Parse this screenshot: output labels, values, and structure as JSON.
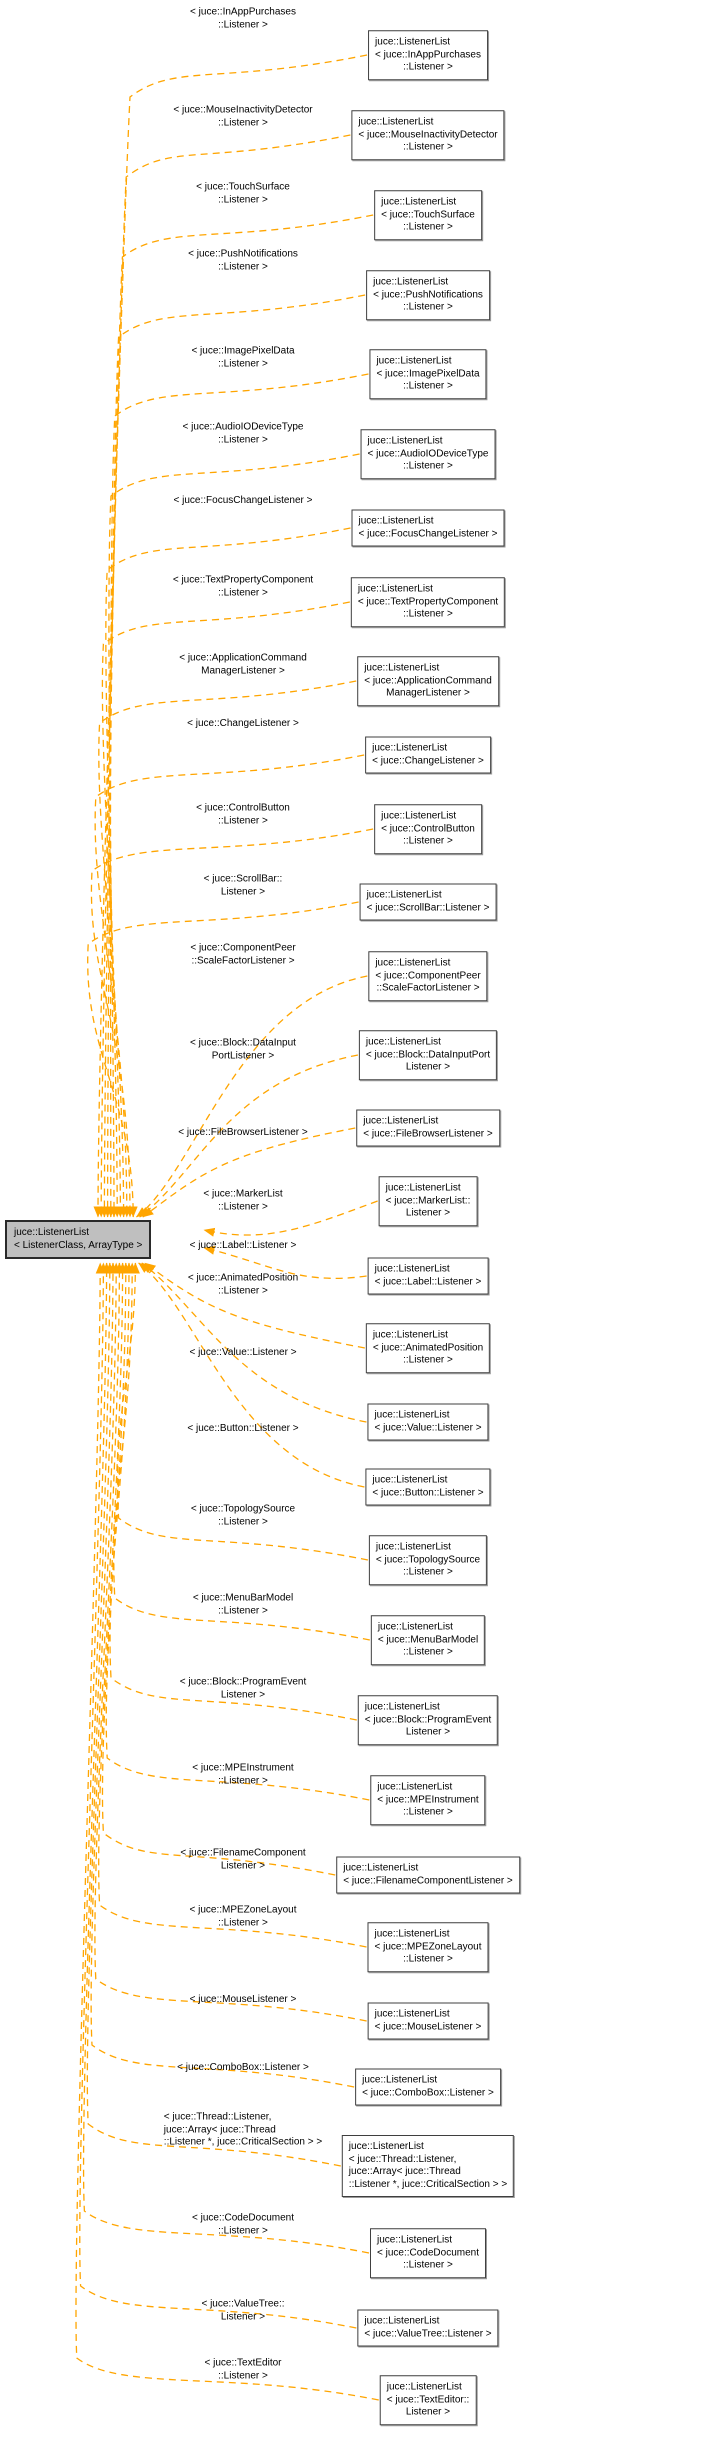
{
  "diagram": {
    "main_node": {
      "lines": [
        "juce::ListenerList",
        "< ListenerClass, ArrayType >"
      ]
    },
    "colors": {
      "edge": "#ffa500",
      "main_node_fill": "#bfbfbf",
      "box_fill": "#ffffff",
      "border": "#3f3f3f",
      "text": "#000000"
    },
    "edges": [
      {
        "label_lines": [
          "< juce::InAppPurchases",
          "::Listener >"
        ],
        "box_lines": [
          "juce::ListenerList",
          "< juce::InAppPurchases",
          "::Listener >"
        ]
      },
      {
        "label_lines": [
          "< juce::MouseInactivityDetector",
          "::Listener >"
        ],
        "box_lines": [
          "juce::ListenerList",
          "< juce::MouseInactivityDetector",
          "::Listener >"
        ]
      },
      {
        "label_lines": [
          "< juce::TouchSurface",
          "::Listener >"
        ],
        "box_lines": [
          "juce::ListenerList",
          "< juce::TouchSurface",
          "::Listener >"
        ]
      },
      {
        "label_lines": [
          "< juce::PushNotifications",
          "::Listener >"
        ],
        "box_lines": [
          "juce::ListenerList",
          "< juce::PushNotifications",
          "::Listener >"
        ]
      },
      {
        "label_lines": [
          "< juce::ImagePixelData",
          "::Listener >"
        ],
        "box_lines": [
          "juce::ListenerList",
          "< juce::ImagePixelData",
          "::Listener >"
        ]
      },
      {
        "label_lines": [
          "< juce::AudioIODeviceType",
          "::Listener >"
        ],
        "box_lines": [
          "juce::ListenerList",
          "< juce::AudioIODeviceType",
          "::Listener >"
        ]
      },
      {
        "label_lines": [
          "< juce::FocusChangeListener >"
        ],
        "box_lines": [
          "juce::ListenerList",
          "< juce::FocusChangeListener >"
        ]
      },
      {
        "label_lines": [
          "< juce::TextPropertyComponent",
          "::Listener >"
        ],
        "box_lines": [
          "juce::ListenerList",
          "< juce::TextPropertyComponent",
          "::Listener >"
        ]
      },
      {
        "label_lines": [
          "< juce::ApplicationCommand",
          "ManagerListener >"
        ],
        "box_lines": [
          "juce::ListenerList",
          "< juce::ApplicationCommand",
          "ManagerListener >"
        ]
      },
      {
        "label_lines": [
          "< juce::ChangeListener >"
        ],
        "box_lines": [
          "juce::ListenerList",
          "< juce::ChangeListener >"
        ]
      },
      {
        "label_lines": [
          "< juce::ControlButton",
          "::Listener >"
        ],
        "box_lines": [
          "juce::ListenerList",
          "< juce::ControlButton",
          "::Listener >"
        ]
      },
      {
        "label_lines": [
          "< juce::ScrollBar::",
          "Listener >"
        ],
        "box_lines": [
          "juce::ListenerList",
          "< juce::ScrollBar::Listener >"
        ]
      },
      {
        "label_lines": [
          "< juce::ComponentPeer",
          "::ScaleFactorListener >"
        ],
        "box_lines": [
          "juce::ListenerList",
          "< juce::ComponentPeer",
          "::ScaleFactorListener >"
        ]
      },
      {
        "label_lines": [
          "< juce::Block::DataInput",
          "PortListener >"
        ],
        "box_lines": [
          "juce::ListenerList",
          "< juce::Block::DataInputPort",
          "Listener >"
        ]
      },
      {
        "label_lines": [
          "< juce::FileBrowserListener >"
        ],
        "box_lines": [
          "juce::ListenerList",
          "< juce::FileBrowserListener >"
        ]
      },
      {
        "label_lines": [
          "< juce::MarkerList",
          "::Listener >"
        ],
        "box_lines": [
          "juce::ListenerList",
          "< juce::MarkerList::",
          "Listener >"
        ]
      },
      {
        "label_lines": [
          "< juce::Label::Listener >"
        ],
        "box_lines": [
          "juce::ListenerList",
          "< juce::Label::Listener >"
        ]
      },
      {
        "label_lines": [
          "< juce::AnimatedPosition",
          "::Listener >"
        ],
        "box_lines": [
          "juce::ListenerList",
          "< juce::AnimatedPosition",
          "::Listener >"
        ]
      },
      {
        "label_lines": [
          "< juce::Value::Listener >"
        ],
        "box_lines": [
          "juce::ListenerList",
          "< juce::Value::Listener >"
        ]
      },
      {
        "label_lines": [
          "< juce::Button::Listener >"
        ],
        "box_lines": [
          "juce::ListenerList",
          "< juce::Button::Listener >"
        ]
      },
      {
        "label_lines": [
          "< juce::TopologySource",
          "::Listener >"
        ],
        "box_lines": [
          "juce::ListenerList",
          "< juce::TopologySource",
          "::Listener >"
        ]
      },
      {
        "label_lines": [
          "< juce::MenuBarModel",
          "::Listener >"
        ],
        "box_lines": [
          "juce::ListenerList",
          "< juce::MenuBarModel",
          "::Listener >"
        ]
      },
      {
        "label_lines": [
          "< juce::Block::ProgramEvent",
          "Listener >"
        ],
        "box_lines": [
          "juce::ListenerList",
          "< juce::Block::ProgramEvent",
          "Listener >"
        ]
      },
      {
        "label_lines": [
          "< juce::MPEInstrument",
          "::Listener >"
        ],
        "box_lines": [
          "juce::ListenerList",
          "< juce::MPEInstrument",
          "::Listener >"
        ]
      },
      {
        "label_lines": [
          "< juce::FilenameComponent",
          "Listener >"
        ],
        "box_lines": [
          "juce::ListenerList",
          "< juce::FilenameComponentListener >"
        ]
      },
      {
        "label_lines": [
          "< juce::MPEZoneLayout",
          "::Listener >"
        ],
        "box_lines": [
          "juce::ListenerList",
          "< juce::MPEZoneLayout",
          "::Listener >"
        ]
      },
      {
        "label_lines": [
          "< juce::MouseListener >"
        ],
        "box_lines": [
          "juce::ListenerList",
          "< juce::MouseListener >"
        ]
      },
      {
        "label_lines": [
          "< juce::ComboBox::Listener >"
        ],
        "box_lines": [
          "juce::ListenerList",
          "< juce::ComboBox::Listener >"
        ]
      },
      {
        "label_lines": [
          "< juce::Thread::Listener,",
          "juce::Array< juce::Thread",
          "::Listener *, juce::CriticalSection > >"
        ],
        "box_lines": [
          "juce::ListenerList",
          "< juce::Thread::Listener,",
          "juce::Array< juce::Thread",
          "::Listener *, juce::CriticalSection > >"
        ]
      },
      {
        "label_lines": [
          "< juce::CodeDocument",
          "::Listener >"
        ],
        "box_lines": [
          "juce::ListenerList",
          "< juce::CodeDocument",
          "::Listener >"
        ]
      },
      {
        "label_lines": [
          "< juce::ValueTree::",
          "Listener >"
        ],
        "box_lines": [
          "juce::ListenerList",
          "< juce::ValueTree::Listener >"
        ]
      },
      {
        "label_lines": [
          "< juce::TextEditor",
          "::Listener >"
        ],
        "box_lines": [
          "juce::ListenerList",
          "< juce::TextEditor::",
          "Listener >"
        ]
      }
    ]
  }
}
